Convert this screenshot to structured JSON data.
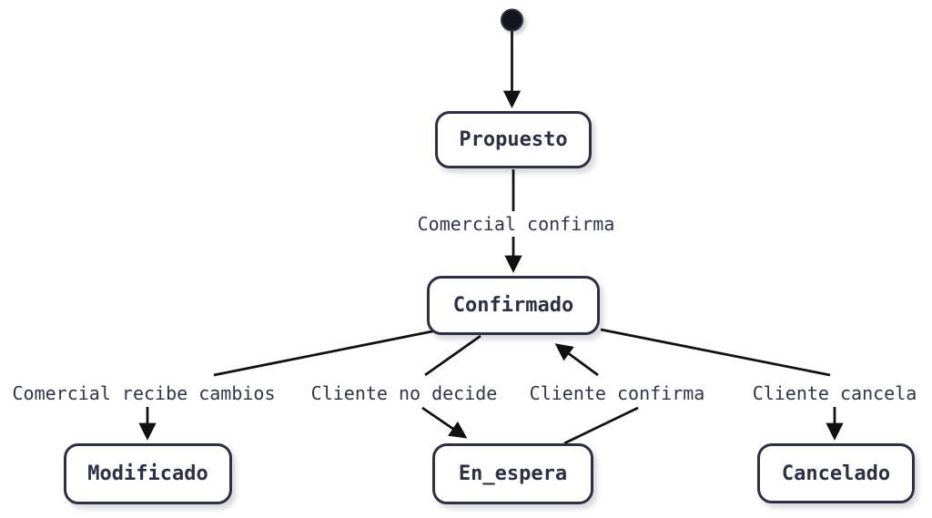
{
  "diagram": {
    "type": "state-diagram",
    "language": "es",
    "background": "#ffffff",
    "colors": {
      "node_border": "#2e2e45",
      "node_fill": "#ffffff",
      "node_text": "#2e2e45",
      "edge_line": "#111111",
      "edge_label_text": "#33334d",
      "initial_dot_fill": "#15151f"
    },
    "initial_state": {
      "name": "initial-state-dot"
    },
    "nodes": [
      {
        "id": "propuesto",
        "label": "Propuesto"
      },
      {
        "id": "confirmado",
        "label": "Confirmado"
      },
      {
        "id": "modificado",
        "label": "Modificado"
      },
      {
        "id": "en_espera",
        "label": "En_espera"
      },
      {
        "id": "cancelado",
        "label": "Cancelado"
      }
    ],
    "edges": [
      {
        "from": "initial",
        "to": "Propuesto",
        "label": ""
      },
      {
        "from": "Propuesto",
        "to": "Confirmado",
        "label": "Comercial confirma"
      },
      {
        "from": "Confirmado",
        "to": "Modificado",
        "label": "Comercial recibe cambios"
      },
      {
        "from": "Confirmado",
        "to": "En_espera",
        "label": "Cliente no decide"
      },
      {
        "from": "En_espera",
        "to": "Confirmado",
        "label": "Cliente confirma"
      },
      {
        "from": "Confirmado",
        "to": "Cancelado",
        "label": "Cliente cancela"
      }
    ]
  }
}
